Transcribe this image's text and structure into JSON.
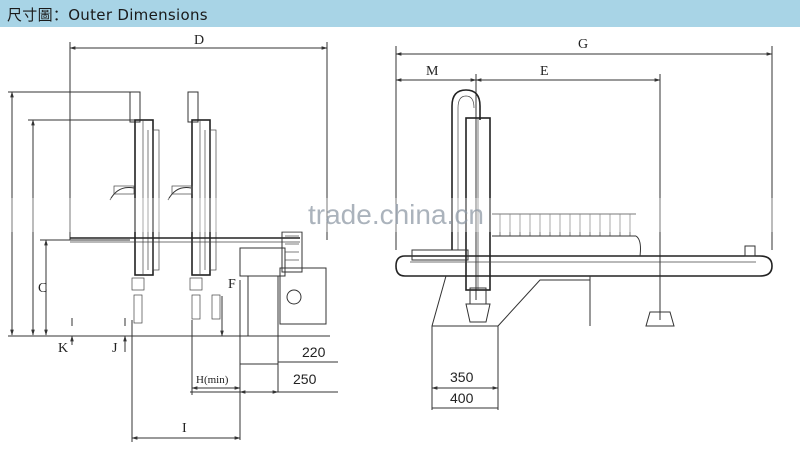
{
  "header": {
    "title": "尺寸圖：Outer Dimensions"
  },
  "watermark": "trade.china.cn",
  "left_view": {
    "labels": {
      "D": "D",
      "C": "C",
      "F": "F",
      "J": "J",
      "K": "K",
      "H": "H(min)",
      "I": "I",
      "d220": "220",
      "d250": "250"
    }
  },
  "right_view": {
    "labels": {
      "G": "G",
      "M": "M",
      "E": "E",
      "d350": "350",
      "d400": "400"
    }
  },
  "colors": {
    "header_bg": "#a8d4e6",
    "line": "#333333"
  }
}
